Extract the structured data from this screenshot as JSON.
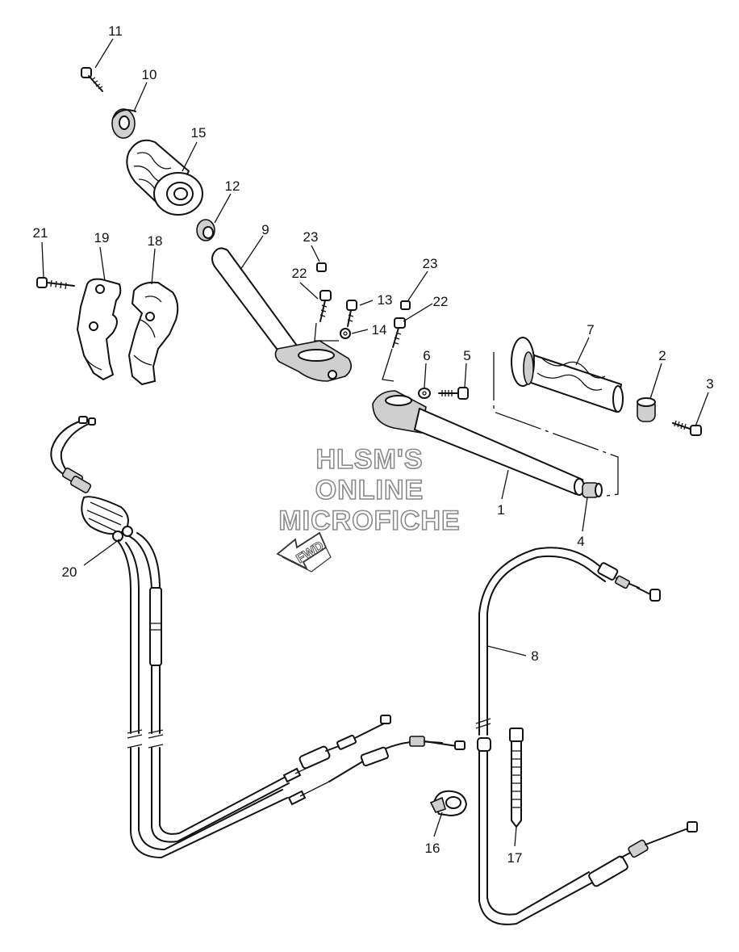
{
  "watermark": {
    "line1": "HLSM'S",
    "line2": "ONLINE",
    "line3": "MICROFICHE"
  },
  "arrow_label": "FWD",
  "callouts": [
    {
      "id": "c1",
      "label": "1"
    },
    {
      "id": "c2",
      "label": "2"
    },
    {
      "id": "c3",
      "label": "3"
    },
    {
      "id": "c4",
      "label": "4"
    },
    {
      "id": "c5",
      "label": "5"
    },
    {
      "id": "c6",
      "label": "6"
    },
    {
      "id": "c7",
      "label": "7"
    },
    {
      "id": "c8",
      "label": "8"
    },
    {
      "id": "c9",
      "label": "9"
    },
    {
      "id": "c10",
      "label": "10"
    },
    {
      "id": "c11",
      "label": "11"
    },
    {
      "id": "c12",
      "label": "12"
    },
    {
      "id": "c13",
      "label": "13"
    },
    {
      "id": "c14",
      "label": "14"
    },
    {
      "id": "c15",
      "label": "15"
    },
    {
      "id": "c16",
      "label": "16"
    },
    {
      "id": "c17",
      "label": "17"
    },
    {
      "id": "c18",
      "label": "18"
    },
    {
      "id": "c19",
      "label": "19"
    },
    {
      "id": "c20",
      "label": "20"
    },
    {
      "id": "c21",
      "label": "21"
    },
    {
      "id": "c22a",
      "label": "22"
    },
    {
      "id": "c22b",
      "label": "22"
    },
    {
      "id": "c23a",
      "label": "23"
    },
    {
      "id": "c23b",
      "label": "23"
    }
  ]
}
